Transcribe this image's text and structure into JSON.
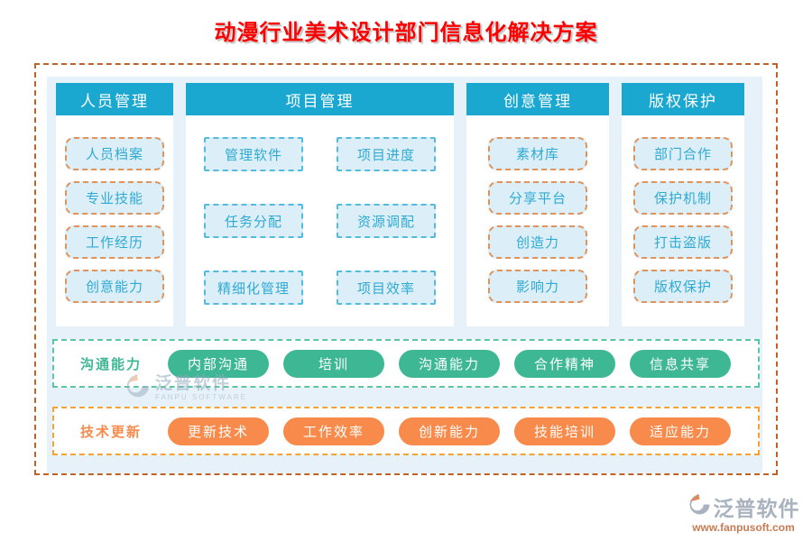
{
  "title": "动漫行业美术设计部门信息化解决方案",
  "colors": {
    "title_red": "#FF0000",
    "outer_border": "#BE6229",
    "panel_blue": "#E6F1FA",
    "header_blue": "#1AA7D0",
    "item_bg": "#DCEFF9",
    "item_text": "#2FAAD3",
    "item_border_orange": "#E0945B",
    "item_border_blue": "#55BBDE",
    "green": "#3EB795",
    "green_border": "#5BC7A0",
    "orange": "#F88B4B",
    "orange_border": "#F6A133"
  },
  "columns": [
    {
      "header": "人员管理",
      "items": [
        "人员档案",
        "专业技能",
        "工作经历",
        "创意能力"
      ]
    },
    {
      "header": "项目管理",
      "items": [
        "管理软件",
        "项目进度",
        "任务分配",
        "资源调配",
        "精细化管理",
        "项目效率"
      ]
    },
    {
      "header": "创意管理",
      "items": [
        "素材库",
        "分享平台",
        "创造力",
        "影响力"
      ]
    },
    {
      "header": "版权保护",
      "items": [
        "部门合作",
        "保护机制",
        "打击盗版",
        "版权保护"
      ]
    }
  ],
  "rows": [
    {
      "label": "沟通能力",
      "pills": [
        "内部沟通",
        "培训",
        "沟通能力",
        "合作精神",
        "信息共享"
      ]
    },
    {
      "label": "技术更新",
      "pills": [
        "更新技术",
        "工作效率",
        "创新能力",
        "技能培训",
        "适应能力"
      ]
    }
  ],
  "watermark": {
    "name": "泛普软件",
    "subtitle": "FANPU SOFTWARE"
  },
  "logo": {
    "name": "泛普软件",
    "url": "www.fanpusoft.com"
  }
}
